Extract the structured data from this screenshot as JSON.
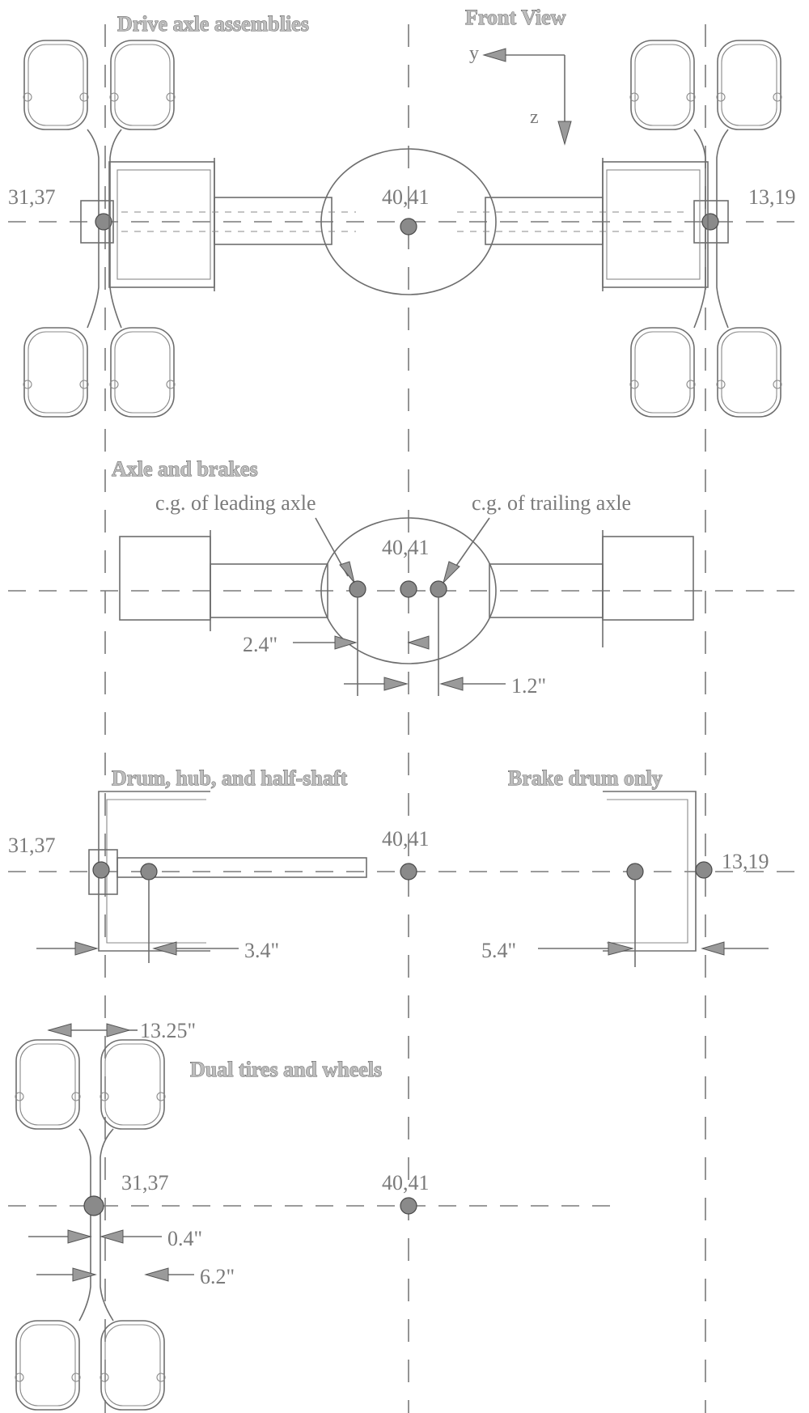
{
  "titles": {
    "drive_axle": "Drive axle assemblies",
    "front_view": "Front View",
    "axle_brakes": "Axle and brakes",
    "drum_hub": "Drum, hub, and half-shaft",
    "brake_drum": "Brake drum only",
    "dual_tires": "Dual tires and wheels"
  },
  "axes": {
    "y": "y",
    "z": "z"
  },
  "labels": {
    "left_pt": "31,37",
    "right_pt": "13,19",
    "center_pt": "40,41",
    "cg_leading": "c.g. of leading axle",
    "cg_trailing": "c.g. of trailing axle",
    "drum_left_pt": "31,37",
    "drum_center_pt": "40,41",
    "drum_right_pt": "13,19",
    "tire_pt": "31,37",
    "tire_center_pt": "40,41"
  },
  "dimensions": {
    "d_2_4": "2.4\"",
    "d_1_2": "1.2\"",
    "d_3_4": "3.4\"",
    "d_5_4": "5.4\"",
    "d_13_25": "13.25\"",
    "d_0_4": "0.4\"",
    "d_6_2": "6.2\""
  },
  "colors": {
    "line": "#6e6e6e",
    "fill": "#b8b8b8",
    "text": "#7a7a7a"
  }
}
